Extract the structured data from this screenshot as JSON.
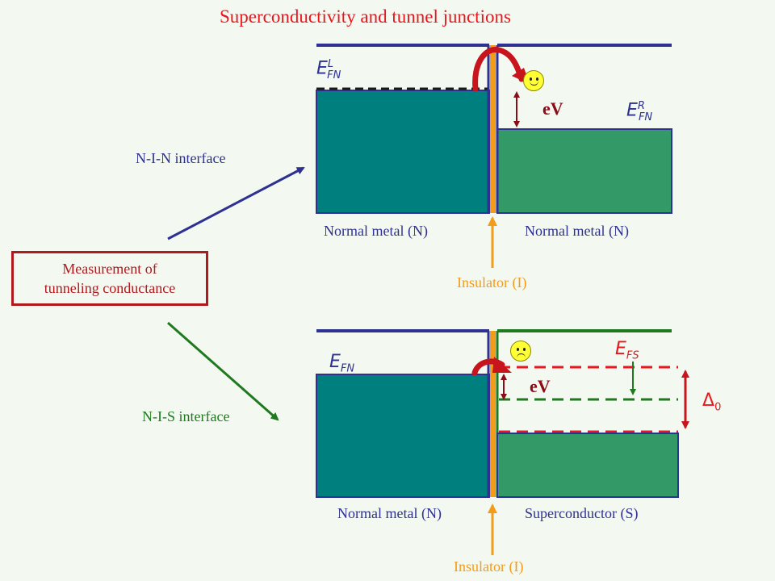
{
  "title": "Superconductivity and tunnel junctions",
  "measurement_box": {
    "line1": "Measurement of",
    "line2": "tunneling conductance"
  },
  "nin": {
    "interface_label": "N-I-N interface",
    "left_label": "Normal metal (N)",
    "right_label": "Normal metal (N)",
    "insulator_label": "Insulator (I)",
    "ev_label": "eV",
    "left_fermi": {
      "base": "E",
      "sup": "L",
      "sub": "FN"
    },
    "right_fermi": {
      "base": "E",
      "sup": "R",
      "sub": "FN"
    },
    "face": "smiley-icon"
  },
  "nis": {
    "interface_label": "N-I-S interface",
    "left_label": "Normal metal (N)",
    "right_label": "Superconductor (S)",
    "insulator_label": "Insulator (I)",
    "ev_label": "eV",
    "left_fermi": {
      "base": "E",
      "sub": "FN"
    },
    "super_fermi": {
      "base": "E",
      "sub": "FS"
    },
    "gap_label": {
      "base": "Δ",
      "sub": "0"
    },
    "face": "sad-face-icon"
  },
  "colors": {
    "title": "#e8161d",
    "normal_metal_left": "#007f7f",
    "normal_metal_right": "#339966",
    "insulator": "#f39c1a",
    "outline_blue": "#2e3192",
    "superconductor_outline": "#1f7a1f",
    "gap_lines": "#e8161d",
    "fermi_dashed_green": "#1f7a1f",
    "arrow_red": "#c8141c",
    "measurement_border": "#b0191d"
  }
}
